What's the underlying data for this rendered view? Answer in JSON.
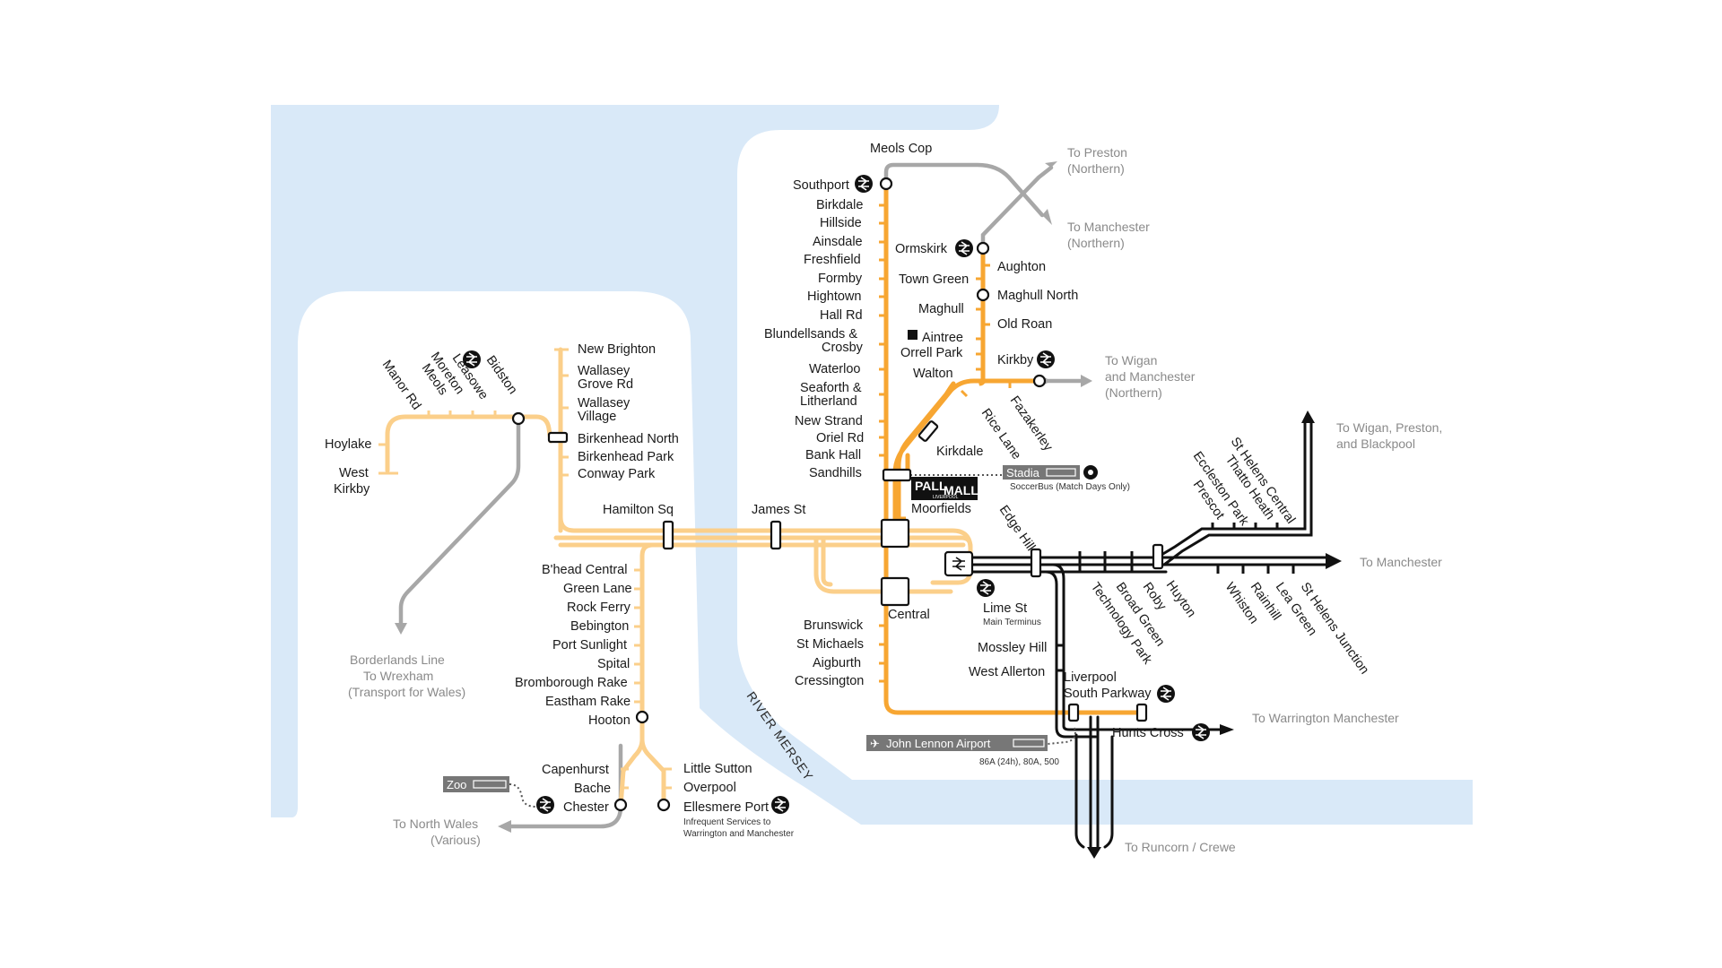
{
  "colors": {
    "water": "#d9e9f8",
    "merseyrail": "#f7a632",
    "wirral": "#fbcf8a",
    "other_rail": "#a7a7a7",
    "national_rail": "#111111"
  },
  "icons": [
    "national-rail-icon",
    "airport-icon",
    "ticket-icon",
    "bus-icon",
    "football-icon",
    "racecourse-icon"
  ],
  "water_label": "RIVER MERSEY",
  "northern_line": {
    "stations": [
      "Meols Cop",
      "Southport",
      "Birkdale",
      "Hillside",
      "Ainsdale",
      "Freshfield",
      "Formby",
      "Hightown",
      "Hall Rd",
      "Blundellsands &",
      "Crosby",
      "Waterloo",
      "Seaforth &",
      "Litherland",
      "New Strand",
      "Oriel Rd",
      "Bank Hall",
      "Sandhills",
      "Kirkdale",
      "Moorfields",
      "Central",
      "Brunswick",
      "St Michaels",
      "Aigburth",
      "Cressington",
      "Liverpool",
      "South Parkway",
      "Hunts Cross"
    ],
    "ormskirk_branch": [
      "Ormskirk",
      "Aughton",
      "Town Green",
      "Maghull North",
      "Maghull",
      "Old Roan",
      "Aintree",
      "Orrell Park",
      "Walton",
      "Rice Lane"
    ],
    "kirkby_branch": [
      "Kirkby",
      "Fazakerley"
    ]
  },
  "wirral_line": {
    "west_kirby_branch": [
      "Hoylake",
      "West",
      "Kirkby",
      "Manor Rd",
      "Meols",
      "Moreton",
      "Leasowe",
      "Bidston"
    ],
    "new_brighton_branch": [
      "New Brighton",
      "Wallasey",
      "Grove Rd",
      "Wallasey",
      "Village",
      "Birkenhead North",
      "Birkenhead Park",
      "Conway Park"
    ],
    "core": [
      "Hamilton Sq",
      "James St",
      "Lime St"
    ],
    "chester_ellesmere_branch": [
      "B'head Central",
      "Green Lane",
      "Rock Ferry",
      "Bebington",
      "Port Sunlight",
      "Spital",
      "Bromborough Rake",
      "Eastham Rake",
      "Hooton",
      "Capenhurst",
      "Bache",
      "Chester",
      "Little Sutton",
      "Overpool",
      "Ellesmere Port"
    ]
  },
  "city_line": [
    "Edge Hill",
    "Technology Park",
    "Broad Green",
    "Roby",
    "Huyton",
    "Prescot",
    "Eccleston Park",
    "Thatto Heath",
    "St Helens Central",
    "Whiston",
    "Rainhill",
    "Lea Green",
    "St Helens Junction",
    "Mossley Hill",
    "West Allerton"
  ],
  "destinations": {
    "preston_1": "To Preston",
    "preston_2": "(Northern)",
    "manchester_n_1": "To Manchester",
    "manchester_n_2": "(Northern)",
    "wigan_1": "To Wigan",
    "wigan_2": "and Manchester",
    "wigan_3": "(Northern)",
    "wigan_preston_1": "To Wigan, Preston,",
    "wigan_preston_2": "and Blackpool",
    "manchester": "To Manchester",
    "warrington": "To Warrington Manchester",
    "runcorn": "To Runcorn / Crewe",
    "borderlands_1": "Borderlands Line",
    "borderlands_2": "To Wrexham",
    "borderlands_3": "(Transport for Wales)",
    "north_wales_1": "To North Wales",
    "north_wales_2": "(Various)"
  },
  "notes": {
    "lime_st_sub": "Main Terminus",
    "stadia": "Stadia",
    "soccerbus": "SoccerBus (Match Days Only)",
    "airport": "John Lennon Airport",
    "airport_bus": "86A (24h), 80A, 500",
    "zoo": "Zoo",
    "ellesmere_1": "Infrequent Services to",
    "ellesmere_2": "Warrington and Manchester",
    "pallmall_1": "PALL",
    "pallmall_2": "MALL",
    "pallmall_3": "LIVERPOOL"
  }
}
